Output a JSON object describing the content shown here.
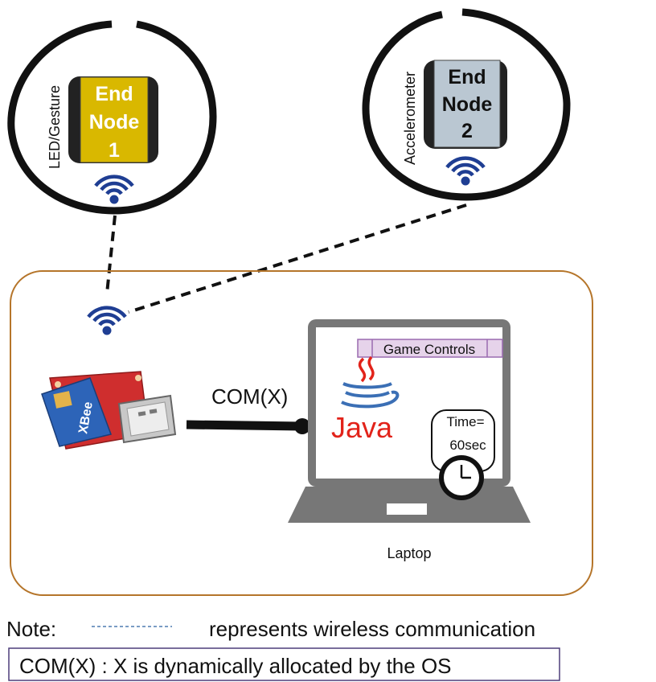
{
  "end_nodes": [
    {
      "label_line1": "End",
      "label_line2": "Node",
      "label_line3": "1",
      "sensor_label": "LED/Gesture",
      "color": "#d9b800"
    },
    {
      "label_line1": "End",
      "label_line2": "Node",
      "label_line3": "2",
      "sensor_label": "Accelerometer",
      "color": "#bac7d2"
    }
  ],
  "receiver": {
    "chip_label": "XBee"
  },
  "connection": {
    "label": "COM(X)"
  },
  "laptop": {
    "label": "Laptop",
    "game_controls_label": "Game Controls",
    "java_label": "Java",
    "timer_line1": "Time=",
    "timer_line2": "60sec"
  },
  "note": {
    "prefix": "Note:",
    "text": "represents wireless communication",
    "com_note": "COM(X) : X is dynamically allocated by the OS"
  },
  "colors": {
    "wireless_icon": "#1f3e93",
    "enclosure_border": "#b5752a",
    "laptop_gray": "#777777",
    "java_red": "#e2231a",
    "java_blue": "#3b6fb5",
    "game_controls_fill": "#e6d3ea",
    "game_controls_border": "#9a6bb0",
    "note_border": "#4d3d7a",
    "note_dash": "#4f7bb0"
  }
}
